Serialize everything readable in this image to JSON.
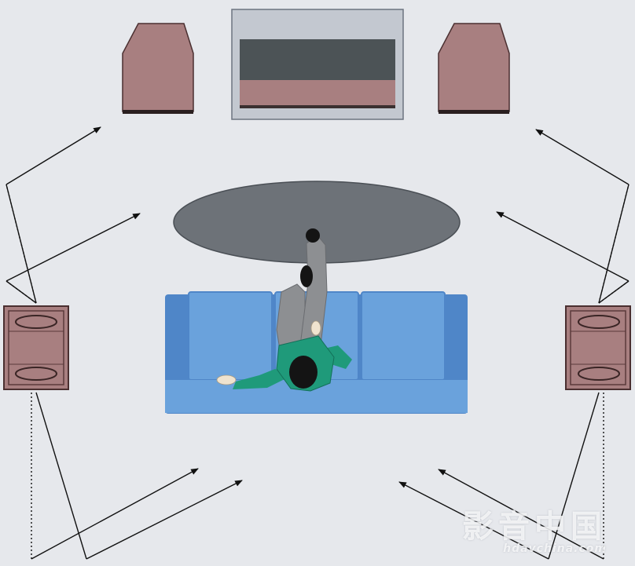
{
  "colors": {
    "background": "#e6e8ec",
    "speaker_fill": "#a87f80",
    "speaker_edge": "#4a2f30",
    "tv_frame": "#c3c8d0",
    "tv_screen": "#4c5356",
    "tv_base": "#a87f80",
    "rug": "#6d7278",
    "sofa_back": "#4f86c8",
    "sofa_cushion": "#6aa2dc",
    "shirt": "#1f9a7a",
    "pants": "#8d8f92",
    "skin": "#efe3cf",
    "hair": "#141414",
    "arrow": "#111111"
  },
  "elements": {
    "front_left_speaker": "speaker",
    "front_right_speaker": "speaker",
    "tv_console": "tv",
    "coffee_table_rug": "oval-rug",
    "sofa": "three-seat-sofa",
    "listener": "person-seated",
    "left_surround_speaker": "dipole-speaker",
    "right_surround_speaker": "dipole-speaker"
  },
  "watermark": {
    "chinese": "影音中国",
    "latin": "hdavchina.com"
  }
}
